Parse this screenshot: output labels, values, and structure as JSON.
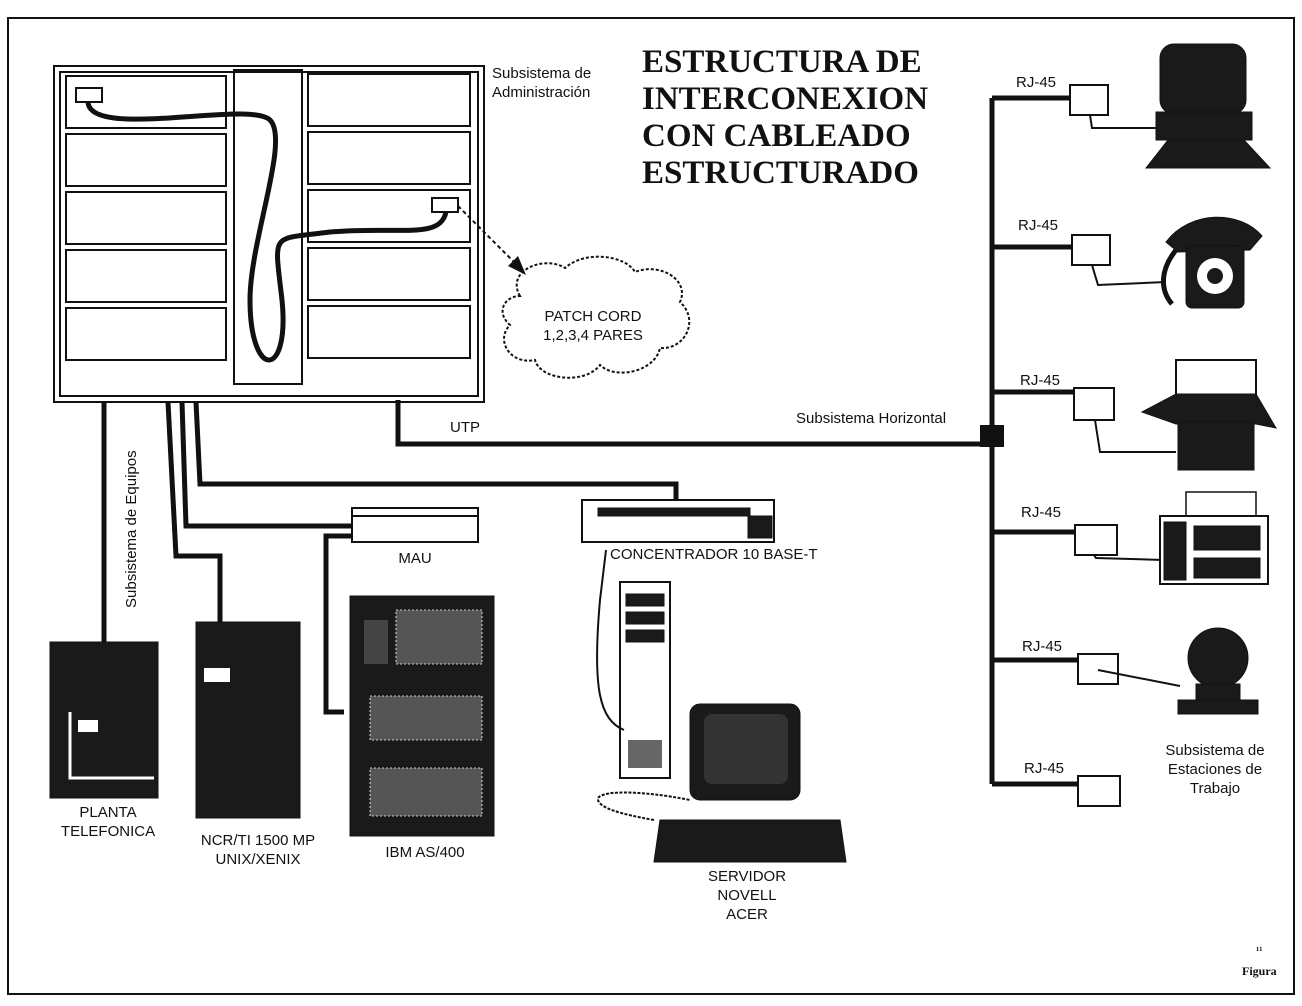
{
  "title_lines": [
    "ESTRUCTURA DE",
    "INTERCONEXION",
    "CON CABLEADO",
    "ESTRUCTURADO"
  ],
  "labels": {
    "admin": [
      "Subsistema de",
      "Administración"
    ],
    "patch": [
      "PATCH CORD",
      "1,2,3,4 PARES"
    ],
    "utp": "UTP",
    "horizontal": "Subsistema Horizontal",
    "equipos": "Subsistema de Equipos",
    "mau": "MAU",
    "concentrador": "CONCENTRADOR 10 BASE-T",
    "planta": [
      "PLANTA",
      "TELEFONICA"
    ],
    "ncr": [
      "NCR/TI 1500 MP",
      "UNIX/XENIX"
    ],
    "ibm": "IBM AS/400",
    "servidor": [
      "SERVIDOR",
      "NOVELL",
      "ACER"
    ],
    "estaciones": [
      "Subsistema de",
      "Estaciones de",
      "Trabajo"
    ],
    "rj45": "RJ-45",
    "footer_mark": "¹¹",
    "footer": "Figura"
  }
}
